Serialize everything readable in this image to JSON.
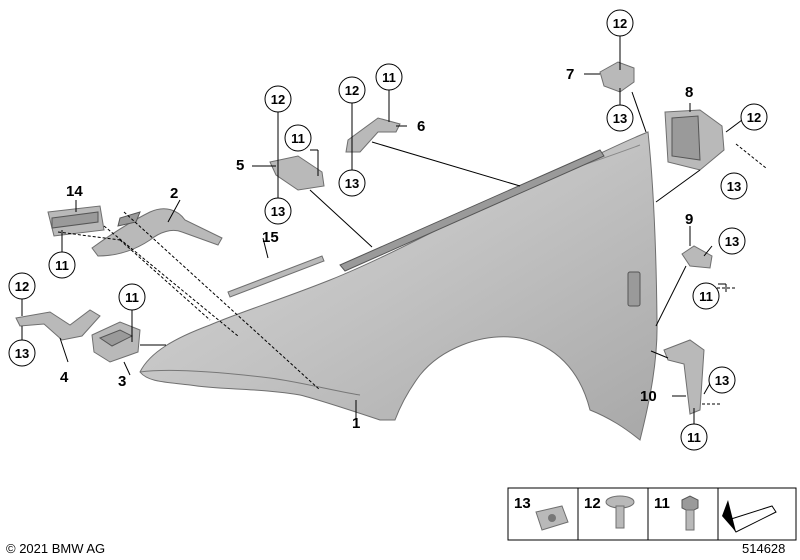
{
  "labels": {
    "p1": "1",
    "p2": "2",
    "p3": "3",
    "p4": "4",
    "p5": "5",
    "p6": "6",
    "p7": "7",
    "p8": "8",
    "p9": "9",
    "p10": "10",
    "p14": "14",
    "p15": "15",
    "c11": "11",
    "c12": "12",
    "c13": "13"
  },
  "legend": {
    "item13": "13",
    "item12": "12",
    "item11": "11"
  },
  "footer": {
    "copyright": "© 2021 BMW AG",
    "diagram_number": "514628"
  },
  "colors": {
    "part_fill": "#b9b9b9",
    "part_stroke": "#6f6f6f",
    "fender_fill": "#c4c4c4"
  }
}
